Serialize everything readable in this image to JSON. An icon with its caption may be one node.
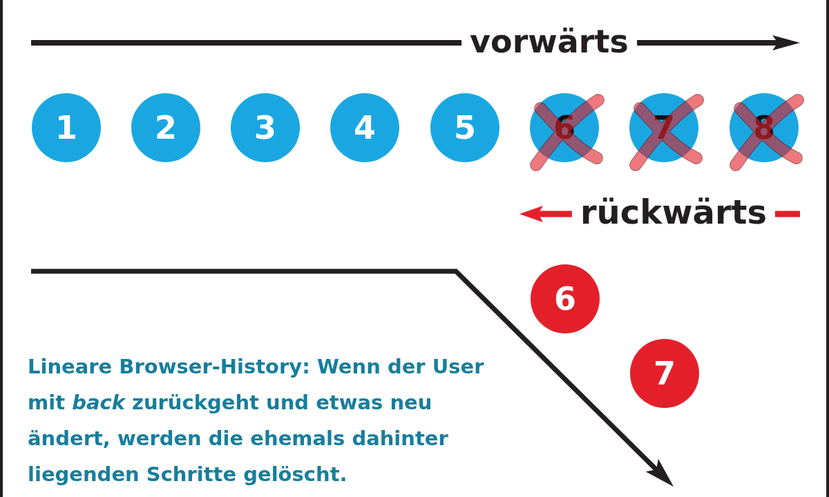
{
  "diagram": {
    "caption": "Lineare Browser-History: Wenn der User mit *back* zurückgeht und etwas neu ändert, werden die ehemals dahinter liegenden Schritte gelöscht.",
    "nodes": [
      {
        "text": [
          "1"
        ]
      },
      {
        "text": [
          "2"
        ]
      },
      {
        "text": [
          "3"
        ]
      },
      {
        "text": [
          "4"
        ]
      },
      {
        "text": [
          "5"
        ]
      },
      {
        "text": [
          "6"
        ]
      },
      {
        "text": [
          "7"
        ]
      },
      {
        "text": [
          "8"
        ]
      },
      {
        "text": [
          "6"
        ]
      },
      {
        "text": [
          "7"
        ]
      }
    ],
    "labels": [
      "vorwärts",
      "rückwärts"
    ]
  }
}
